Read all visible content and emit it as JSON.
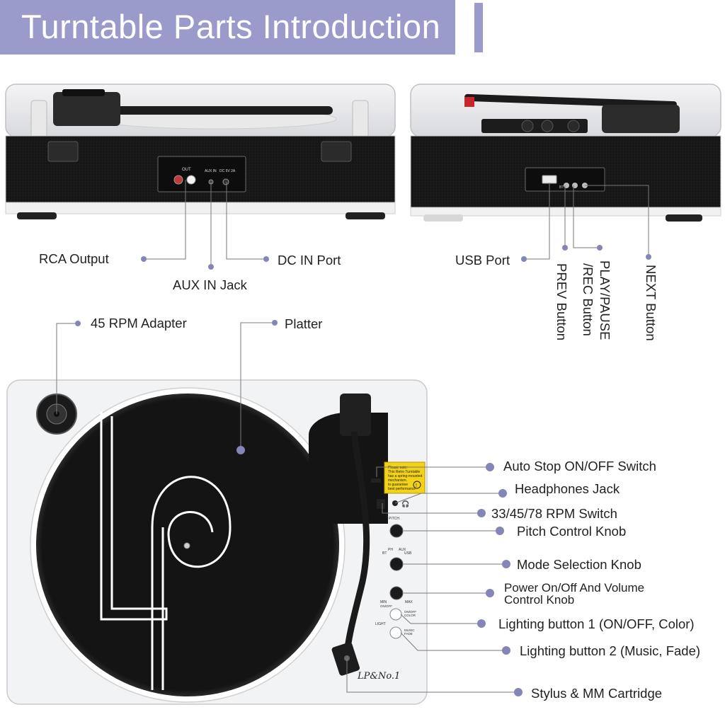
{
  "title": "Turntable Parts Introduction",
  "back_labels": {
    "rca_output": "RCA Output",
    "aux_in_jack": "AUX IN Jack",
    "dc_in_port": "DC IN Port",
    "usb_port": "USB Port",
    "prev_button": "PREV Button",
    "play_pause_rec_1": "PLAY/PAUSE",
    "play_pause_rec_2": "/REC Button",
    "next_button": "NEXT Button"
  },
  "panel_text": {
    "out": "OUT",
    "aux_in": "AUX IN",
    "dc": "DC 5V 2A",
    "bt": "BT"
  },
  "top_labels": {
    "adapter_45": "45 RPM Adapter",
    "platter": "Platter",
    "auto_stop": "Auto Stop ON/OFF Switch",
    "headphones": "Headphones Jack",
    "rpm_switch": "33/45/78 RPM Switch",
    "pitch_knob": "Pitch Control Knob",
    "mode_knob": "Mode Selection Knob",
    "power_volume_1": "Power On/Off And Volume",
    "power_volume_2": "Control Knob",
    "lighting_1": "Lighting button 1 (ON/OFF, Color)",
    "lighting_2": "Lighting button 2 (Music, Fade)",
    "stylus": "Stylus & MM Cartridge"
  },
  "deck_text": {
    "notice_1": "Please note:",
    "notice_2": "This Retro Turntable",
    "notice_3": "has a spring-mounted",
    "notice_4": "mechanism.",
    "notice_5": "to guarantee",
    "notice_6": "best performance",
    "pitch": "PITCH",
    "ph": "PH",
    "bt": "BT",
    "aux": "AUX",
    "usb": "USB",
    "min": "MIN",
    "onoff": "ON/OFF",
    "max": "MAX",
    "light": "LIGHT",
    "on_off_btn": "ON/OFF",
    "color_btn": "COLOR",
    "music_btn": "MUSIC",
    "fade_btn": "FADE",
    "brand": "LP&No.1"
  },
  "colors": {
    "banner": "#9a9acb",
    "dot": "#8585b8",
    "line": "#7a7a7a",
    "speaker": "#161616",
    "notice": "#f3d21a"
  }
}
